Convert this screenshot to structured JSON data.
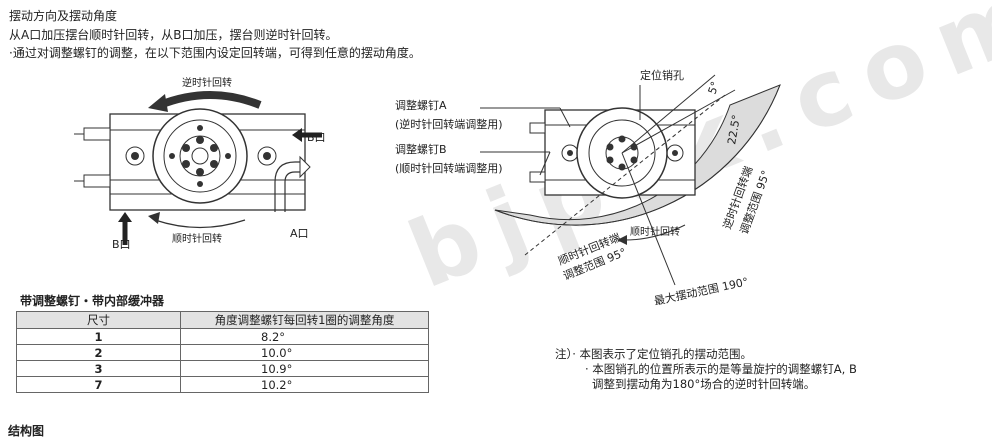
{
  "header": {
    "title": "摆动方向及摆动角度",
    "line1": "从A口加压摆台顺时针回转，从B口加压，摆台则逆时针回转。",
    "line2": "·通过对调整螺钉的调整，在以下范围内设定回转端，可得到任意的摆动角度。"
  },
  "left_diagram": {
    "ccw_label": "逆时针回转",
    "cw_label": "顺时针回转",
    "port_b_right": "B口",
    "port_b_bottom": "B口",
    "port_a": "A口"
  },
  "right_diagram": {
    "pin_label": "定位销孔",
    "screw_a": "调整螺钉A",
    "screw_a_note": "(逆时针回转端调整用)",
    "screw_b": "调整螺钉B",
    "screw_b_note": "(顺时针回转端调整用)",
    "angle_5": "5°",
    "angle_22_5": "22.5°",
    "ccw_range_l1": "逆时针回转端",
    "ccw_range_l2": "调整范围 95°",
    "cw_range_l1": "顺时针回转端",
    "cw_range_l2": "调整范围 95°",
    "cw_rot": "顺时针回转",
    "max_range": "最大摆动范围 190°"
  },
  "table": {
    "title": "带调整螺钉・带内部缓冲器",
    "headers": [
      "尺寸",
      "角度调整螺钉每回转1圈的调整角度"
    ],
    "rows": [
      {
        "size": "1",
        "angle": "8.2°"
      },
      {
        "size": "2",
        "angle": "10.0°"
      },
      {
        "size": "3",
        "angle": "10.9°"
      },
      {
        "size": "7",
        "angle": "10.2°"
      }
    ]
  },
  "notes": {
    "line1": "注）· 本图表示了定位销孔的摆动范围。",
    "line2": "· 本图销孔的位置所表示的是等量旋拧的调整螺钉A, B",
    "line3": "调整到摆动角为180°场合的逆时针回转端。"
  },
  "footer": {
    "section": "结构图"
  },
  "watermark": "bjptk.com"
}
